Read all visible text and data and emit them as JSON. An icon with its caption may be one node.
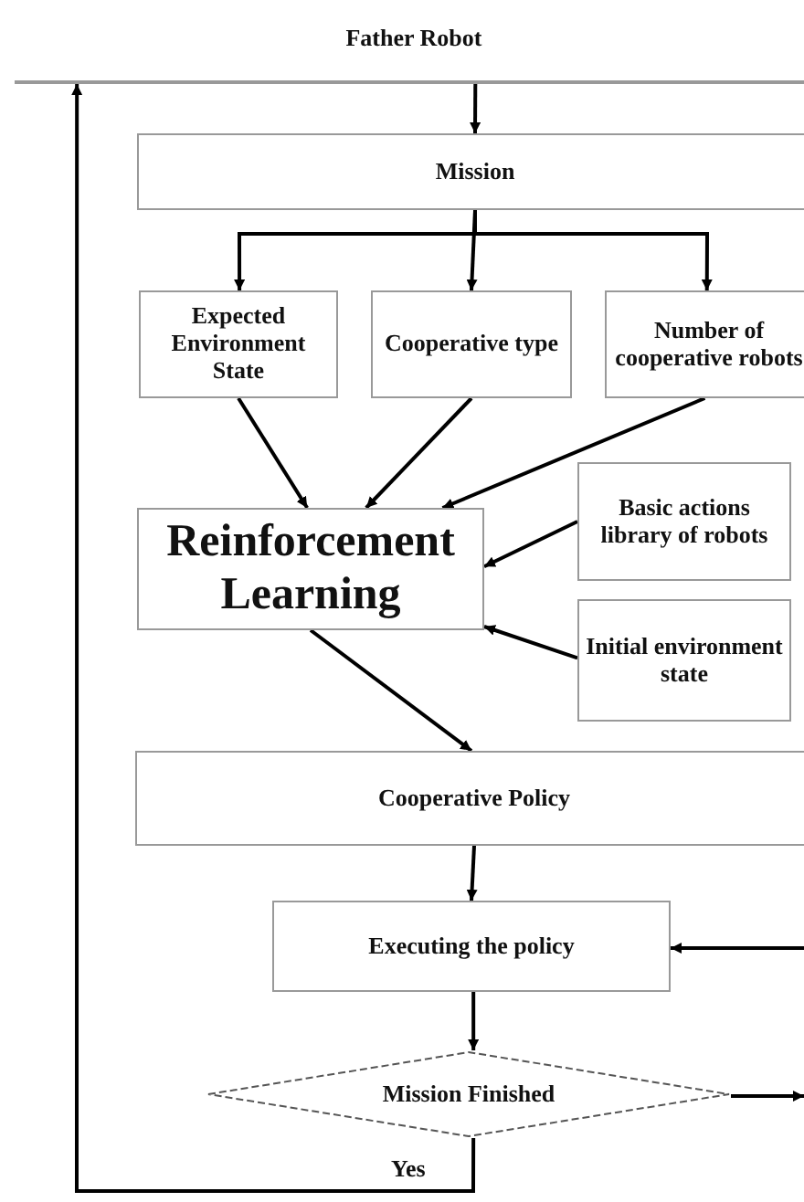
{
  "diagram": {
    "nodes": [
      {
        "text": [
          "Father Robot"
        ]
      },
      {
        "text": [
          "Mission"
        ]
      },
      {
        "text": [
          "Expected Environment State"
        ]
      },
      {
        "text": [
          "Cooperative type"
        ]
      },
      {
        "text": [
          "Number of cooperative robots"
        ]
      },
      {
        "text": [
          "Reinforcement Learning"
        ]
      },
      {
        "text": [
          "Basic actions library of robots"
        ]
      },
      {
        "text": [
          "Initial environment state"
        ]
      },
      {
        "text": [
          "Cooperative Policy"
        ]
      },
      {
        "text": [
          "Executing the policy"
        ]
      },
      {
        "text": [
          "Mission Finished"
        ]
      }
    ],
    "edges": [
      {
        "from": 0,
        "to": 1,
        "arrow": "to"
      },
      {
        "from": 1,
        "to": 2,
        "arrow": "to"
      },
      {
        "from": 1,
        "to": 3,
        "arrow": "to"
      },
      {
        "from": 1,
        "to": 4,
        "arrow": "to"
      },
      {
        "from": 2,
        "to": 5,
        "arrow": "to"
      },
      {
        "from": 3,
        "to": 5,
        "arrow": "to"
      },
      {
        "from": 4,
        "to": 5,
        "arrow": "to"
      },
      {
        "from": 6,
        "to": 5,
        "arrow": "to"
      },
      {
        "from": 7,
        "to": 5,
        "arrow": "to"
      },
      {
        "from": 5,
        "to": 8,
        "arrow": "to"
      },
      {
        "from": 8,
        "to": 9,
        "arrow": "to"
      },
      {
        "from": 9,
        "to": 10,
        "arrow": "to"
      },
      {
        "from": 10,
        "to": null,
        "arrow": "to"
      },
      {
        "from": null,
        "to": 9,
        "arrow": "to"
      },
      {
        "from": 10,
        "to": 0,
        "arrow": "to",
        "label": "Yes"
      }
    ]
  }
}
